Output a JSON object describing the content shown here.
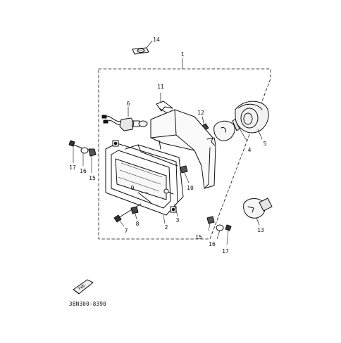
{
  "diagram": {
    "diagram_code": "3BN300-8390",
    "direction_label": "FWD",
    "callouts": {
      "c1": "1",
      "c2": "2",
      "c3": "3",
      "c4": "4",
      "c5": "5",
      "c6": "6",
      "c7": "7",
      "c8": "8",
      "c9": "9",
      "c10": "10",
      "c11": "11",
      "c12": "12",
      "c13": "13",
      "c14": "14",
      "c15a": "15",
      "c15b": "15",
      "c16a": "16",
      "c16b": "16",
      "c17a": "17",
      "c17b": "17"
    }
  }
}
